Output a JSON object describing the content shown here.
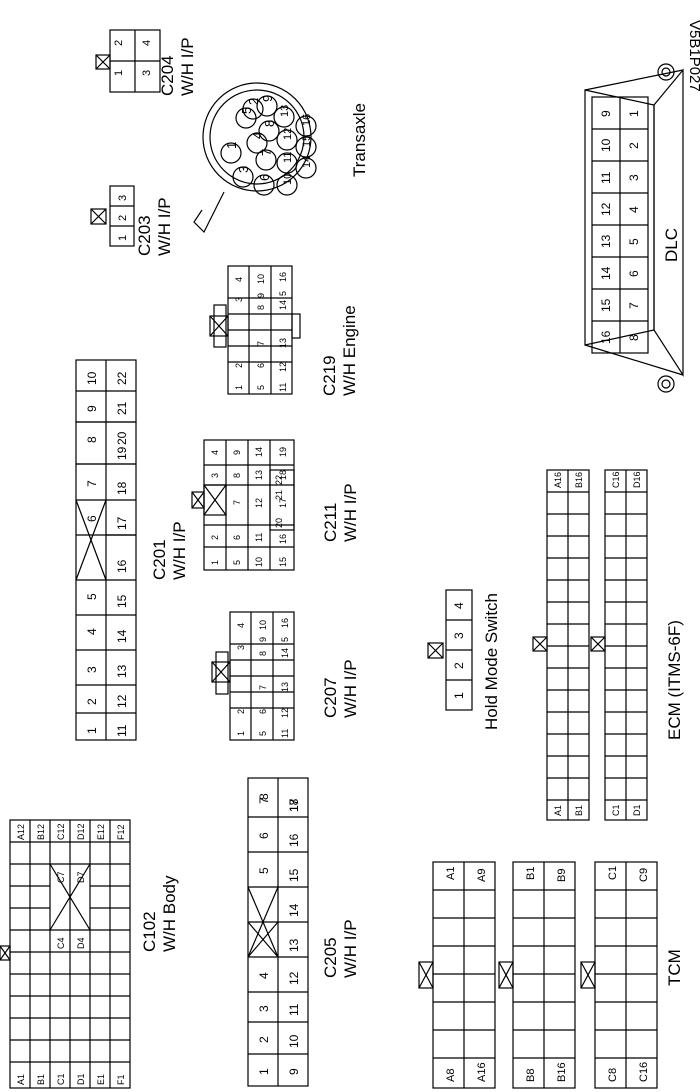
{
  "figure_code": "V5B1P027",
  "connectors": {
    "c204": {
      "id": "C204",
      "harness": "W/H I/P",
      "pins": [
        "1",
        "2",
        "3",
        "4"
      ]
    },
    "c203": {
      "id": "C203",
      "harness": "W/H I/P",
      "pins": [
        "1",
        "2",
        "3"
      ]
    },
    "transaxle": {
      "label": "Transaxle",
      "pins": [
        "1",
        "2",
        "3",
        "4",
        "5",
        "6",
        "7",
        "8",
        "9",
        "10",
        "11",
        "12",
        "13",
        "14",
        "15",
        "16"
      ]
    },
    "dlc": {
      "label": "DLC",
      "pins": [
        "1",
        "2",
        "3",
        "4",
        "5",
        "6",
        "7",
        "8",
        "9",
        "10",
        "11",
        "12",
        "13",
        "14",
        "15",
        "16"
      ]
    },
    "c219": {
      "id": "C219",
      "harness": "W/H Engine",
      "pins": [
        "1",
        "2",
        "3",
        "4",
        "5",
        "6",
        "7",
        "8",
        "9",
        "10",
        "11",
        "12",
        "13",
        "14",
        "5",
        "16"
      ]
    },
    "c201": {
      "id": "C201",
      "harness": "W/H I/P",
      "pins": [
        "1",
        "2",
        "3",
        "4",
        "5",
        "6",
        "7",
        "8",
        "9",
        "10",
        "11",
        "12",
        "13",
        "14",
        "15",
        "16",
        "17",
        "18",
        "19",
        "20",
        "21",
        "22"
      ]
    },
    "c211": {
      "id": "C211",
      "harness": "W/H I/P",
      "pins": [
        "1",
        "2",
        "3",
        "4",
        "5",
        "6",
        "7",
        "8",
        "9",
        "10",
        "11",
        "12",
        "13",
        "14",
        "15",
        "16",
        "17",
        "18",
        "19",
        "20",
        "21",
        "22"
      ]
    },
    "c207": {
      "id": "C207",
      "harness": "W/H I/P",
      "pins": [
        "1",
        "2",
        "3",
        "4",
        "5",
        "6",
        "7",
        "8",
        "9",
        "10",
        "11",
        "12",
        "13",
        "14",
        "5",
        "16"
      ]
    },
    "hold_mode_switch": {
      "label": "Hold Mode Switch",
      "pins": [
        "1",
        "2",
        "3",
        "4"
      ]
    },
    "ecm": {
      "label": "ECM (ITMS-6F)",
      "pins": [
        "A1",
        "A16",
        "B1",
        "B16",
        "C1",
        "C16",
        "D1",
        "D16"
      ]
    },
    "c102": {
      "id": "C102",
      "harness": "W/H Body",
      "pins": [
        "A1",
        "A12",
        "B1",
        "B12",
        "C1",
        "C12",
        "D1",
        "D12",
        "E1",
        "E12",
        "F1",
        "F12",
        "C4",
        "C7",
        "D4",
        "D7"
      ]
    },
    "c205": {
      "id": "C205",
      "harness": "W/H I/P",
      "pins": [
        "1",
        "2",
        "3",
        "4",
        "5",
        "6",
        "7",
        "8",
        "9",
        "10",
        "11",
        "12",
        "13",
        "14",
        "15",
        "16",
        "17",
        "18"
      ]
    },
    "tcm": {
      "label": "TCM",
      "pins": [
        "A1",
        "A8",
        "A9",
        "A16",
        "B1",
        "B8",
        "B9",
        "B16",
        "C1",
        "C8",
        "C9",
        "C16"
      ]
    }
  }
}
